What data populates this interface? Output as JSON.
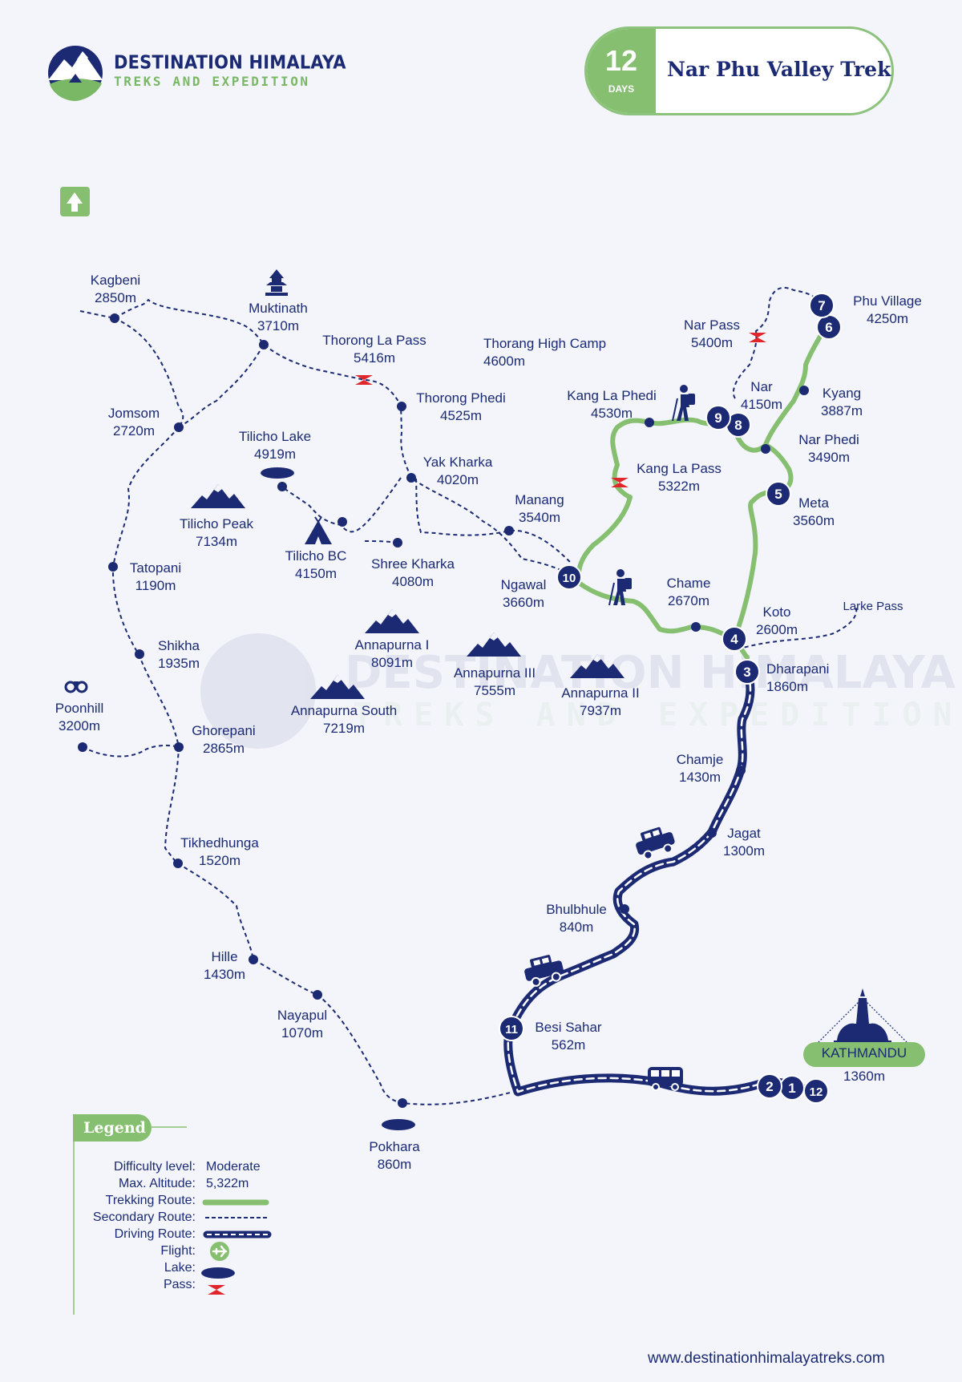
{
  "brand": {
    "name": "DESTINATION HIMALAYA",
    "tagline": "TREKS AND EXPEDITION"
  },
  "trip": {
    "duration_number": "12",
    "duration_unit": "DAYS",
    "title": "Nar Phu Valley Trek"
  },
  "places": {
    "kagbeni": {
      "name": "Kagbeni",
      "alt": "2850m"
    },
    "muktinath": {
      "name": "Muktinath",
      "alt": "3710m"
    },
    "thorong_la": {
      "name": "Thorong La Pass",
      "alt": "5416m"
    },
    "thorong_high_camp": {
      "name": "Thorang High Camp",
      "alt": "4600m"
    },
    "thorong_phedi": {
      "name": "Thorong Phedi",
      "alt": "4525m"
    },
    "jomsom": {
      "name": "Jomsom",
      "alt": "2720m"
    },
    "tilicho_lake": {
      "name": "Tilicho Lake",
      "alt": "4919m"
    },
    "yak_kharka": {
      "name": "Yak Kharka",
      "alt": "4020m"
    },
    "tilicho_peak": {
      "name": "Tilicho Peak",
      "alt": "7134m"
    },
    "manang": {
      "name": "Manang",
      "alt": "3540m"
    },
    "tatopani": {
      "name": "Tatopani",
      "alt": "1190m"
    },
    "tilicho_bc": {
      "name": "Tilicho BC",
      "alt": "4150m"
    },
    "shree_kharka": {
      "name": "Shree Kharka",
      "alt": "4080m"
    },
    "ngawal": {
      "name": "Ngawal",
      "alt": "3660m"
    },
    "chame": {
      "name": "Chame",
      "alt": "2670m"
    },
    "koto": {
      "name": "Koto",
      "alt": "2600m"
    },
    "larke_pass": {
      "name": "Larke Pass"
    },
    "dharapani": {
      "name": "Dharapani",
      "alt": "1860m"
    },
    "shikha": {
      "name": "Shikha",
      "alt": "1935m"
    },
    "annapurna_1": {
      "name": "Annapurna I",
      "alt": "8091m"
    },
    "annapurna_3": {
      "name": "Annapurna III",
      "alt": "7555m"
    },
    "annapurna_2": {
      "name": "Annapurna II",
      "alt": "7937m"
    },
    "poonhill": {
      "name": "Poonhill",
      "alt": "3200m"
    },
    "annapurna_south": {
      "name": "Annapurna South",
      "alt": "7219m"
    },
    "ghorepani": {
      "name": "Ghorepani",
      "alt": "2865m"
    },
    "chamje": {
      "name": "Chamje",
      "alt": "1430m"
    },
    "jagat": {
      "name": "Jagat",
      "alt": "1300m"
    },
    "tikhedhunga": {
      "name": "Tikhedhunga",
      "alt": "1520m"
    },
    "bhulbhule": {
      "name": "Bhulbhule",
      "alt": "840m"
    },
    "hille": {
      "name": "Hille",
      "alt": "1430m"
    },
    "nayapul": {
      "name": "Nayapul",
      "alt": "1070m"
    },
    "besi_sahar": {
      "name": "Besi Sahar",
      "alt": "562m"
    },
    "kathmandu": {
      "name": "KATHMANDU",
      "alt": "1360m"
    },
    "pokhara": {
      "name": "Pokhara",
      "alt": "860m"
    },
    "nar_pass": {
      "name": "Nar Pass",
      "alt": "5400m"
    },
    "phu_village": {
      "name": "Phu Village",
      "alt": "4250m"
    },
    "nar": {
      "name": "Nar",
      "alt": "4150m"
    },
    "kyang": {
      "name": "Kyang",
      "alt": "3887m"
    },
    "kang_la_phedi": {
      "name": "Kang La Phedi",
      "alt": "4530m"
    },
    "nar_phedi": {
      "name": "Nar Phedi",
      "alt": "3490m"
    },
    "kang_la_pass": {
      "name": "Kang La Pass",
      "alt": "5322m"
    },
    "meta": {
      "name": "Meta",
      "alt": "3560m"
    }
  },
  "day_markers": [
    "1",
    "2",
    "3",
    "4",
    "5",
    "6",
    "7",
    "8",
    "9",
    "10",
    "11",
    "12"
  ],
  "legend": {
    "title": "Legend",
    "difficulty_label": "Difficulty level:",
    "difficulty_value": "Moderate",
    "altitude_label": "Max. Altitude:",
    "altitude_value": "5,322m",
    "trekking_label": "Trekking Route:",
    "secondary_label": "Secondary Route:",
    "driving_label": "Driving Route:",
    "flight_label": "Flight:",
    "lake_label": "Lake:",
    "pass_label": "Pass:"
  },
  "website": "www.destinationhimalayatreks.com",
  "colors": {
    "navy": "#1b2a73",
    "green": "#86bf70",
    "background": "#f3f5fb",
    "pass_red": "#e0262b"
  },
  "icons": [
    "north-arrow-icon",
    "stupa-icon",
    "mountain-icon",
    "tent-icon",
    "trekker-icon",
    "binoculars-icon",
    "jeep-icon",
    "bus-icon",
    "pass-icon",
    "lake-icon",
    "flight-icon"
  ]
}
